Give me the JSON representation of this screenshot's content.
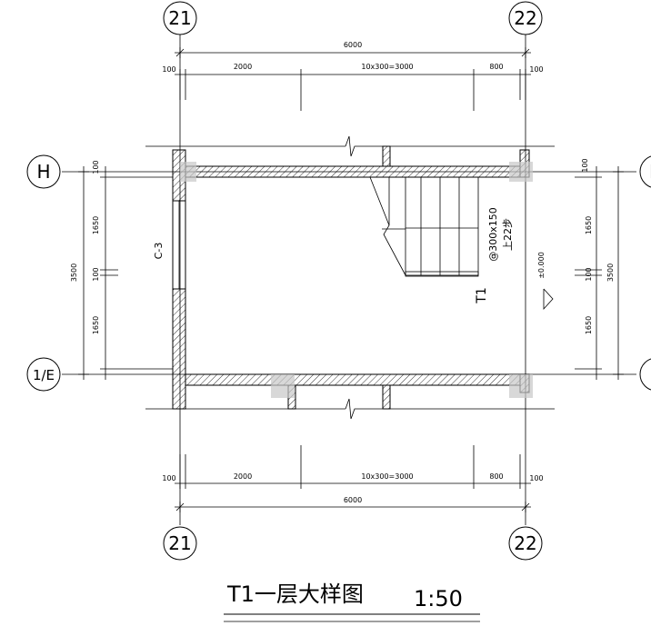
{
  "axes": {
    "col_left": "21",
    "col_right": "22",
    "row_top": "H",
    "row_bottom": "1/E"
  },
  "dims": {
    "overall": "6000",
    "end_left": "100",
    "seg_2000": "2000",
    "seg_stairs": "10x300=3000",
    "seg_800": "800",
    "end_right": "100",
    "vert_total": "3500",
    "vert_100": "100",
    "vert_1650": "1650"
  },
  "labels": {
    "wall_tag": "C-3",
    "stair_step": "@300x150",
    "stair_count": "上22步",
    "stair_name": "T1",
    "elevation": "±0.000"
  },
  "title": {
    "main": "T1一层大样图",
    "scale": "1:50"
  }
}
